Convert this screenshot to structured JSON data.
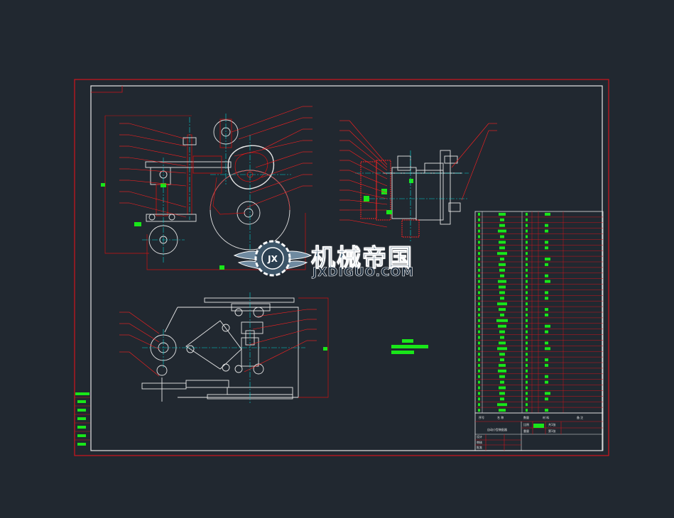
{
  "watermark": {
    "logo_name": "机械帝国",
    "logo_url_text": "JXDIGUO.COM",
    "logo_badge_text": "JX"
  },
  "colors": {
    "background": "#212830",
    "frame": "#d0141c",
    "sheet_border": "#e6e6e6",
    "geometry": "#e6e6e6",
    "centerline": "#00d4d4",
    "leader": "#ff2020",
    "highlight": "#19e619",
    "dimension": "#d01010"
  },
  "title_block": {
    "drawing_title": "自动小型装配器",
    "header_cols": [
      "序号",
      "名  称",
      "数量",
      "材  料",
      "备  注"
    ],
    "left_rows": [
      "设计",
      "审核",
      "批准"
    ],
    "sub_cells": [
      "比例",
      "重量",
      "共1张",
      "第1张"
    ]
  }
}
